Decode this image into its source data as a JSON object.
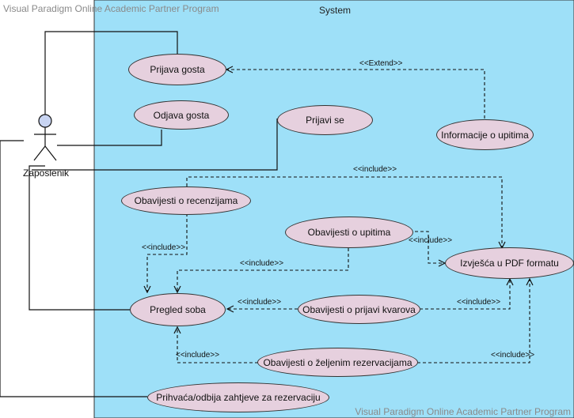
{
  "watermark_top": "Visual Paradigm Online Academic Partner Program",
  "watermark_bottom": "Visual Paradigm Online Academic Partner Program",
  "system": {
    "title": "System",
    "fill_color": "#9ee0f8"
  },
  "actor": {
    "name": "Zaposlenik"
  },
  "use_cases": {
    "prijava_gosta": "Prijava gosta",
    "odjava_gosta": "Odjava gosta",
    "prijavi_se": "Prijavi se",
    "informacije_o_upitima": "Informacije o upitima",
    "obavijesti_o_recenzijama": "Obavijesti o recenzijama",
    "obavijesti_o_upitima": "Obavijesti o upitima",
    "izvjesca_u_pdf": "Izvješća u PDF formatu",
    "pregled_soba": "Pregled soba",
    "obavijesti_o_prijavi_kvarova": "Obavijesti o prijavi kvarova",
    "obavijesti_o_zeljenim_rezervacijama": "Obavijesti o željenim rezervacijama",
    "prihvaca_odbija": "Prihvaća/odbija zahtjeve za rezervaciju"
  },
  "relations": {
    "extend": "<<Extend>>",
    "include": "<<include>>"
  }
}
